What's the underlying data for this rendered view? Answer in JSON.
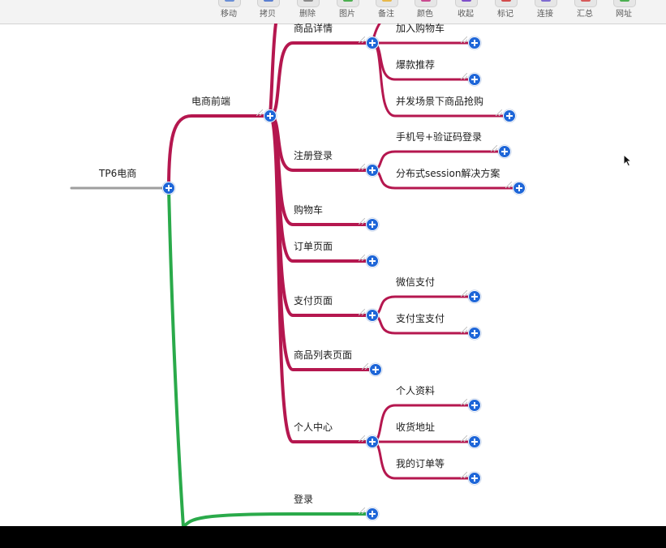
{
  "toolbar": {
    "items": [
      {
        "label": "移动",
        "icon": "move-icon",
        "color": "#6b8fd6"
      },
      {
        "label": "拷贝",
        "icon": "copy-icon",
        "color": "#5b7fd0"
      },
      {
        "label": "删除",
        "icon": "trash-icon",
        "color": "#8a8a8a"
      },
      {
        "label": "图片",
        "icon": "image-icon",
        "color": "#4caf50"
      },
      {
        "label": "备注",
        "icon": "note-icon",
        "color": "#e8b84a"
      },
      {
        "label": "颜色",
        "icon": "palette-icon",
        "color": "#c94b8f"
      },
      {
        "label": "收起",
        "icon": "collapse-icon",
        "color": "#7f4fc9"
      },
      {
        "label": "标记",
        "icon": "flag-icon",
        "color": "#d24b4b"
      },
      {
        "label": "连接",
        "icon": "link-connect-icon",
        "color": "#7f6bd0"
      },
      {
        "label": "汇总",
        "icon": "summary-icon",
        "color": "#d65a5a"
      },
      {
        "label": "网址",
        "icon": "url-icon",
        "color": "#4caf50"
      }
    ]
  },
  "colors": {
    "root_line": "#9e9e9e",
    "frontend_branch": "#b5174f",
    "backend_branch": "#2aaa4a",
    "expand_button": "#1e66d8"
  },
  "mindmap": {
    "root": "TP6电商",
    "frontend": {
      "label": "电商前端",
      "children": [
        {
          "label": "商品详情",
          "children": [
            "加入购物车",
            "爆款推荐",
            "并发场景下商品抢购"
          ]
        },
        {
          "label": "注册登录",
          "children": [
            "手机号+验证码登录",
            "分布式session解决方案"
          ]
        },
        {
          "label": "购物车",
          "children": []
        },
        {
          "label": "订单页面",
          "children": []
        },
        {
          "label": "支付页面",
          "children": [
            "微信支付",
            "支付宝支付"
          ]
        },
        {
          "label": "商品列表页面",
          "children": []
        },
        {
          "label": "个人中心",
          "children": [
            "个人资料",
            "收货地址",
            "我的订单等"
          ]
        }
      ]
    },
    "second_branch": {
      "children": [
        {
          "label": "登录"
        }
      ]
    }
  }
}
